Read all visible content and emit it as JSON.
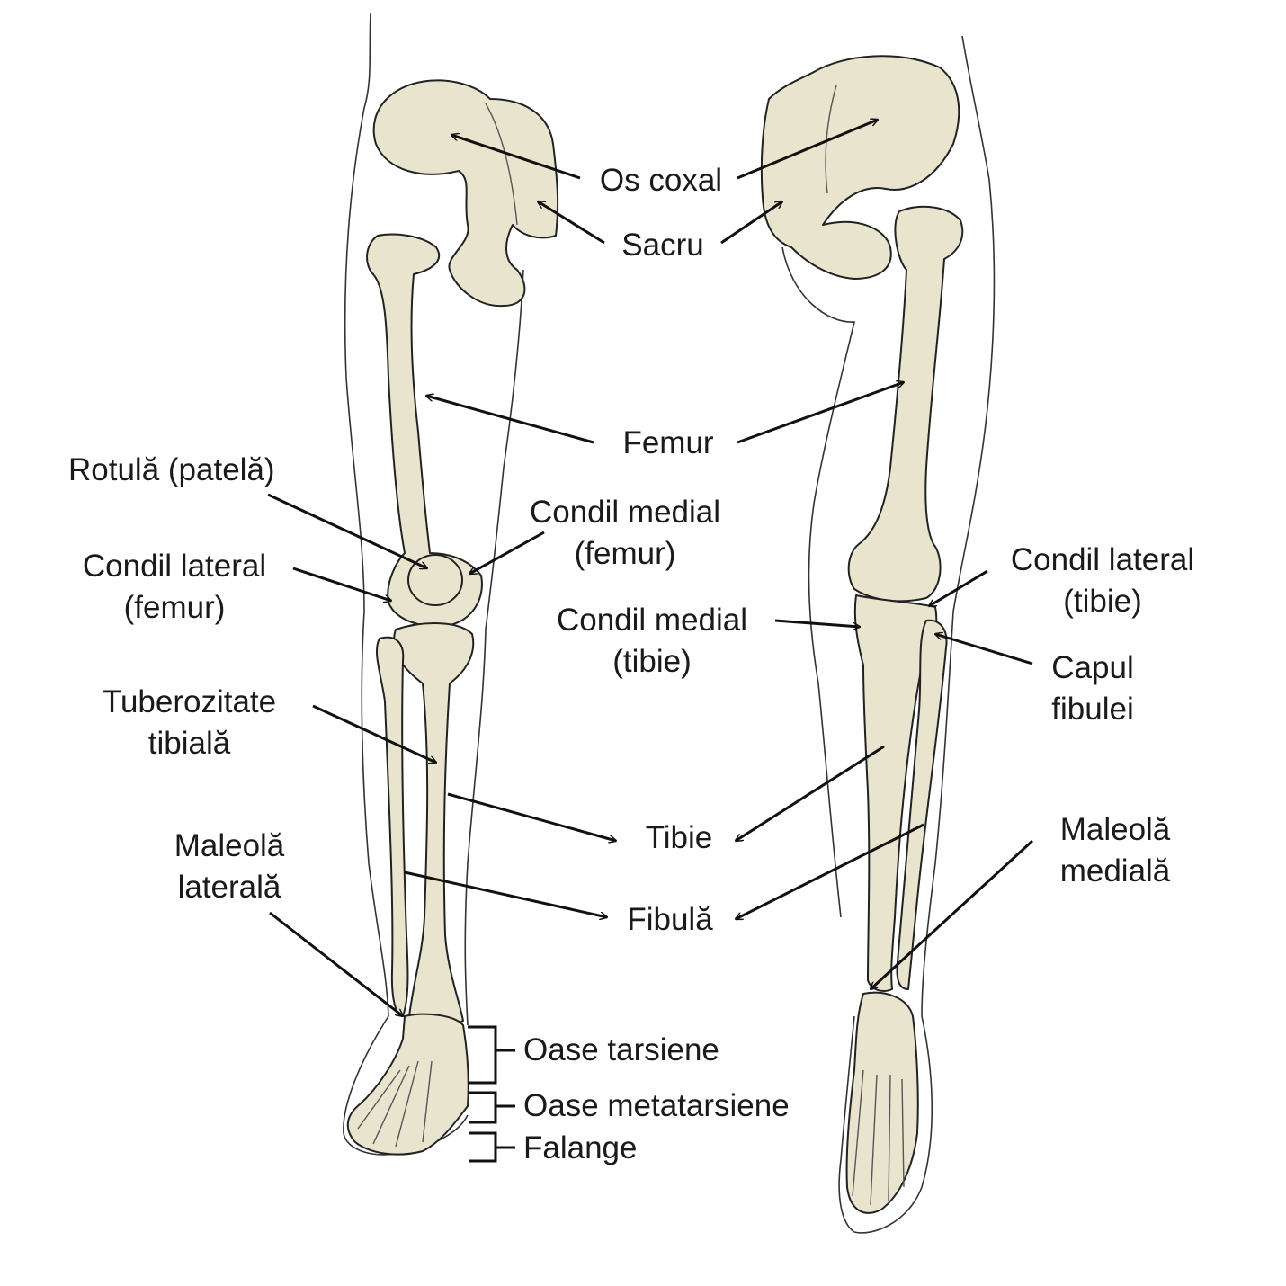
{
  "labels": {
    "os_coxal": "Os coxal",
    "sacru": "Sacru",
    "femur": "Femur",
    "rotula": "Rotulă (patelă)",
    "condil_medial_femur": [
      "Condil medial",
      "(femur)"
    ],
    "condil_lateral_femur": [
      "Condil lateral",
      "(femur)"
    ],
    "condil_lateral_tibie": [
      "Condil lateral",
      "(tibie)"
    ],
    "condil_medial_tibie": [
      "Condil medial",
      "(tibie)"
    ],
    "capul_fibulei": [
      "Capul",
      "fibulei"
    ],
    "tuberozitate_tibiala": [
      "Tuberozitate",
      "tibială"
    ],
    "tibie": "Tibie",
    "fibula": "Fibulă",
    "maleola_laterala": [
      "Maleolă",
      "laterală"
    ],
    "maleola_mediala": [
      "Maleolă",
      "medială"
    ],
    "oase_tarsiene": "Oase tarsiene",
    "oase_metatarsiene": "Oase metatarsiene",
    "falange": "Falange"
  },
  "colors": {
    "bone": "#e8e4cd",
    "outline": "#222222",
    "text": "#1a1a1a",
    "background": "#ffffff"
  }
}
